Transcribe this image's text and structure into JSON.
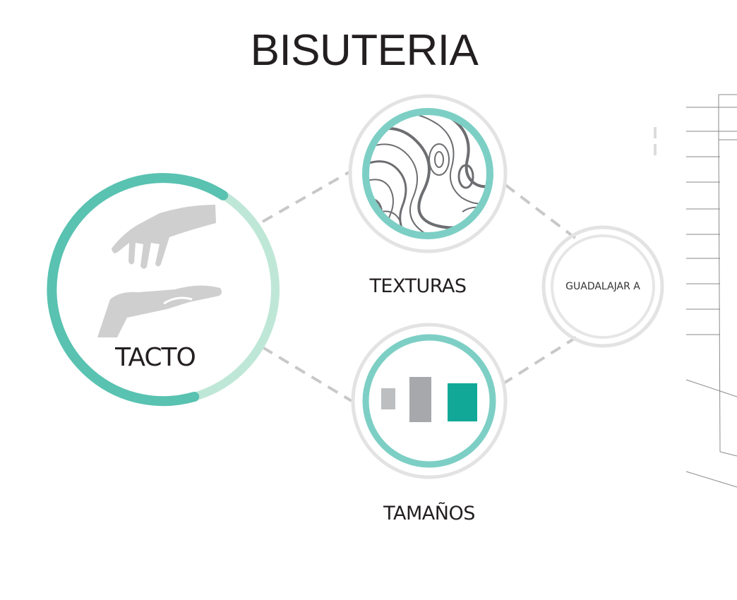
{
  "title": "BISUTERIA",
  "nodes": {
    "tacto": {
      "label": "TACTO",
      "icon": "hands-icon"
    },
    "texturas": {
      "label": "TEXTURAS",
      "icon": "topographic-texture-icon"
    },
    "tamanos": {
      "label": "TAMAÑOS",
      "icon": "size-bars-icon"
    },
    "guadalajara": {
      "label": "GUADALAJAR A"
    }
  },
  "colors": {
    "teal": "#59c2b1",
    "teal_light": "#bfe7d7",
    "teal_dark": "#12a898",
    "ring_gray": "#e3e3e3",
    "dash_gray": "#c8c8c8",
    "icon_gray": "#cfcfd0",
    "bar_gray": "#a7a8ab",
    "text": "#231f20"
  }
}
